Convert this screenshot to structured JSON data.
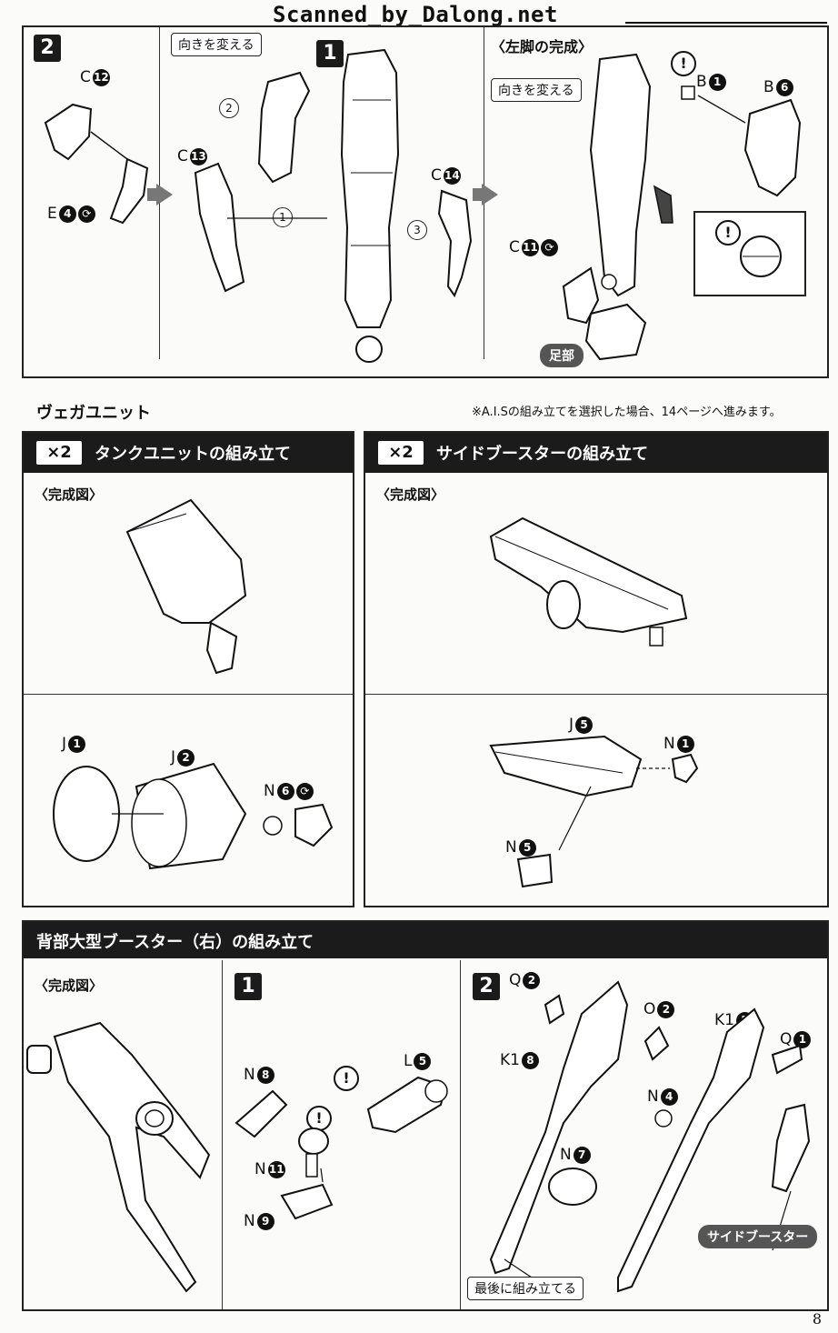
{
  "watermark": "Scanned_by_Dalong.net",
  "page_number": "8",
  "top_panel": {
    "step_number": "2",
    "inner_step_number": "1",
    "change_direction_1": "向きを変える",
    "change_direction_2": "向きを変える",
    "left_leg_complete": "〈左脚の完成〉",
    "parts": {
      "c12": {
        "letter": "C",
        "num": "12"
      },
      "e4": {
        "letter": "E",
        "num": "4"
      },
      "c13": {
        "letter": "C",
        "num": "13"
      },
      "c14": {
        "letter": "C",
        "num": "14"
      },
      "c11": {
        "letter": "C",
        "num": "11"
      },
      "b1": {
        "letter": "B",
        "num": "1"
      },
      "b6": {
        "letter": "B",
        "num": "6"
      }
    },
    "sequence": [
      "1",
      "2",
      "3"
    ],
    "foot_label": "足部",
    "attention_mark": "!"
  },
  "vega_unit": {
    "title": "ヴェガユニット",
    "note": "※A.I.Sの組み立てを選択した場合、14ページへ進みます。",
    "tank": {
      "multiplier": "×2",
      "title": "タンクユニットの組み立て",
      "complete": "〈完成図〉",
      "parts": {
        "j1": {
          "letter": "J",
          "num": "1"
        },
        "j2": {
          "letter": "J",
          "num": "2"
        },
        "n6": {
          "letter": "N",
          "num": "6"
        }
      }
    },
    "side_booster": {
      "multiplier": "×2",
      "title": "サイドブースターの組み立て",
      "complete": "〈完成図〉",
      "parts": {
        "j5": {
          "letter": "J",
          "num": "5"
        },
        "n1": {
          "letter": "N",
          "num": "1"
        },
        "n5": {
          "letter": "N",
          "num": "5"
        }
      }
    }
  },
  "back_booster": {
    "title": "背部大型ブースター（右）の組み立て",
    "complete": "〈完成図〉",
    "step1": "1",
    "step2": "2",
    "step1_parts": {
      "n8": {
        "letter": "N",
        "num": "8"
      },
      "l5": {
        "letter": "L",
        "num": "5"
      },
      "n11": {
        "letter": "N",
        "num": "11"
      },
      "n9": {
        "letter": "N",
        "num": "9"
      }
    },
    "step2_parts": {
      "q2": {
        "letter": "Q",
        "num": "2"
      },
      "o2": {
        "letter": "O",
        "num": "2"
      },
      "k15": {
        "letter": "K1",
        "num": "5"
      },
      "q1": {
        "letter": "Q",
        "num": "1"
      },
      "k18": {
        "letter": "K1",
        "num": "8"
      },
      "n4": {
        "letter": "N",
        "num": "4"
      },
      "n7": {
        "letter": "N",
        "num": "7"
      }
    },
    "side_booster_label": "サイドブースター",
    "assemble_last": "最後に組み立てる"
  }
}
